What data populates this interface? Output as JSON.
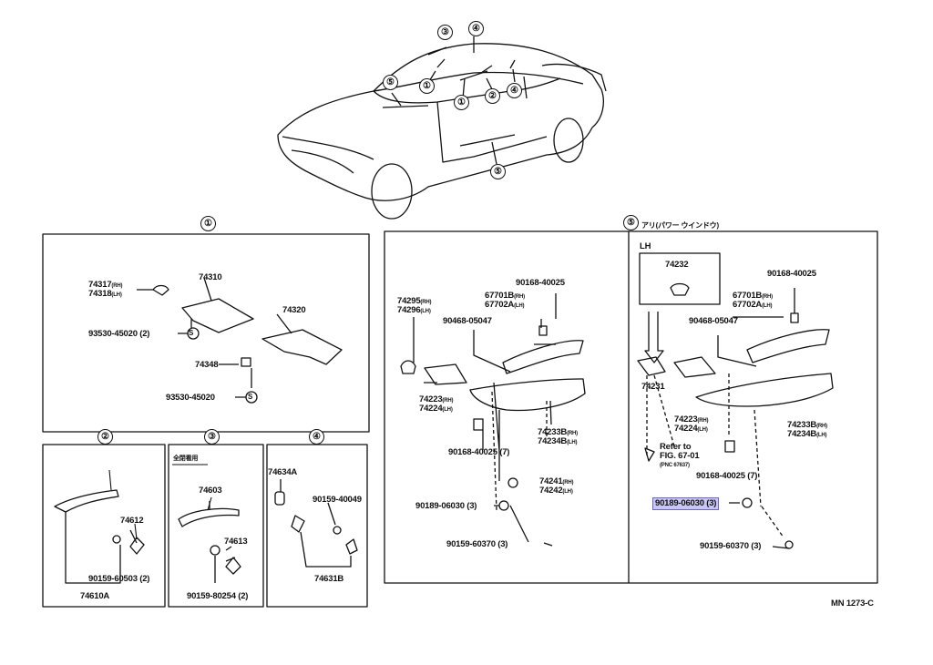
{
  "car_callouts": [
    "③",
    "④",
    "①",
    "②",
    "④",
    "①",
    "⑤",
    "⑤"
  ],
  "sections": {
    "s1": {
      "callout": "①"
    },
    "s2": {
      "callout": "②"
    },
    "s3": {
      "callout": "③",
      "note": "全閉看用"
    },
    "s4": {
      "callout": "④"
    },
    "s5": {
      "callout": "⑤",
      "note": "アリ(パワー ウインドウ)"
    }
  },
  "labels": {
    "p74317": "74317",
    "p74318": "74318",
    "rh": "(RH)",
    "lh": "(LH)",
    "p74310": "74310",
    "p74320": "74320",
    "p93530a": "93530-45020 (2)",
    "p74348": "74348",
    "p93530b": "93530-45020",
    "p74612": "74612",
    "p90159_60503": "90159-60503 (2)",
    "p74610A": "74610A",
    "p74603": "74603",
    "p74613": "74613",
    "p90159_80254": "90159-80254 (2)",
    "p74634A": "74634A",
    "p90159_40049": "90159-40049",
    "p74631B": "74631B",
    "p74295": "74295",
    "p74296": "74296",
    "p90168_40025a": "90168-40025",
    "p67701B": "67701B",
    "p67702A": "67702A",
    "p90468_05047a": "90468-05047",
    "p74223": "74223",
    "p74224": "74224",
    "p74233B": "74233B",
    "p74234B": "74234B",
    "p90168_40025b": "90168-40025 (7)",
    "p74241": "74241",
    "p74242": "74242",
    "p90189_06030a": "90189-06030 (3)",
    "p90159_60370a": "90159-60370 (3)",
    "lh_title": "LH",
    "p74232": "74232",
    "p90168_40025c": "90168-40025",
    "p67701B_2": "67701B",
    "p67702A_2": "67702A",
    "p90468_05047b": "90468-05047",
    "p74231": "74231",
    "p74223_2": "74223",
    "p74224_2": "74224",
    "p74233B_2": "74233B",
    "p74234B_2": "74234B",
    "refer1": "Refer to",
    "refer2": "FIG. 67-01",
    "refer3": "(PNC 67637)",
    "p90168_40025d": "90168-40025 (7)",
    "p90189_06030b": "90189-06030 (3)",
    "p90159_60370b": "90159-60370 (3)",
    "ref_code": "MN 1273-C"
  },
  "s_mark": "S"
}
